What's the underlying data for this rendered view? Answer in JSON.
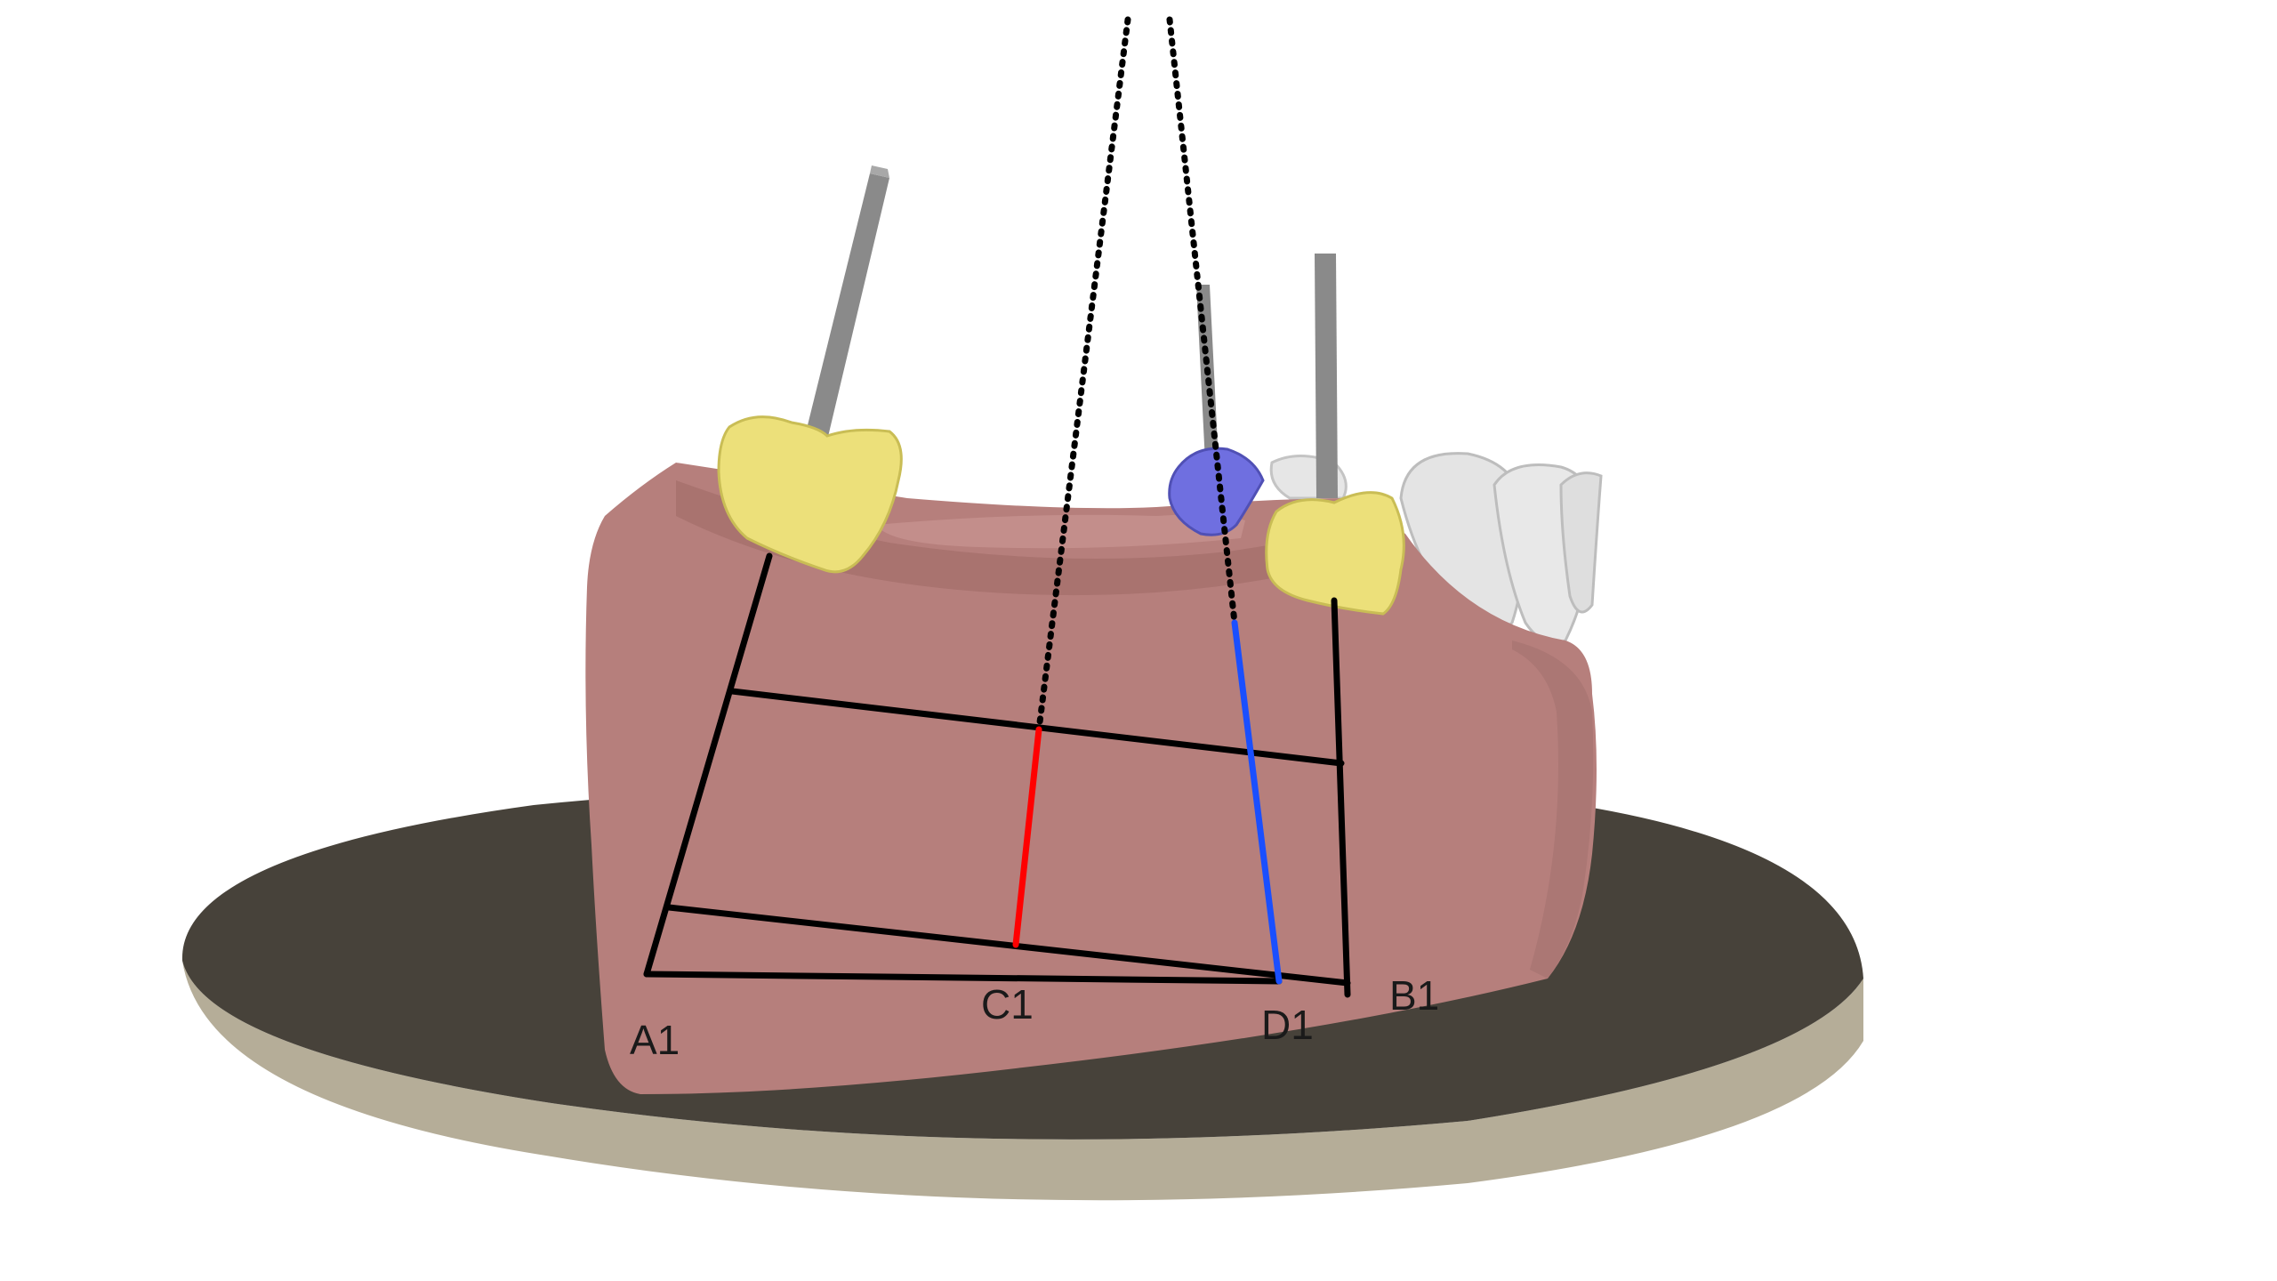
{
  "labels": {
    "a1": "A1",
    "b1": "B1",
    "c1": "C1",
    "d1": "D1"
  },
  "colors": {
    "background": "#ffffff",
    "platform_top": "#47423a",
    "platform_edge": "#b5ad98",
    "gum": "#b67f7c",
    "gum_shadow": "#8e5c5a",
    "crown_yellow": "#ece07a",
    "crown_blue": "#6f6fe0",
    "natural_tooth": "#e4e4e4",
    "guide_pin": "#8a8a8a",
    "grid_line": "#000000",
    "c_segment": "#ff0000",
    "d_segment": "#1a4fff"
  }
}
